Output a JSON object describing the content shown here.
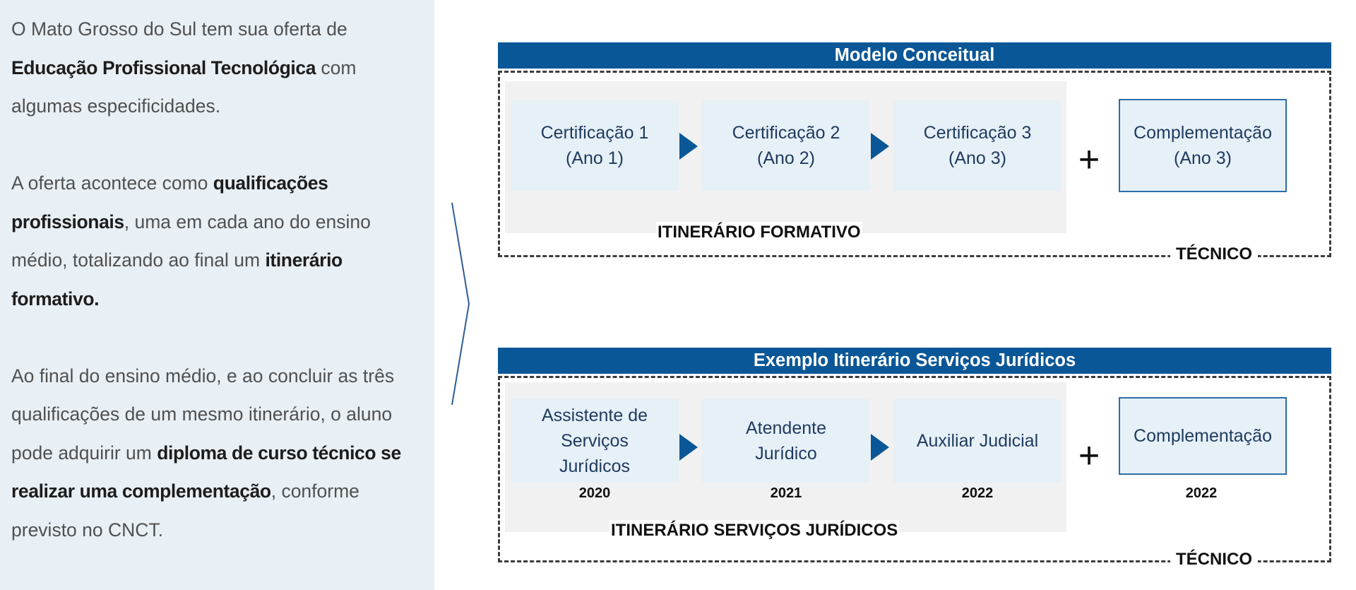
{
  "left_panel": {
    "p1": [
      "O Mato Grosso do Sul tem sua oferta de ",
      "Educação Profissional Tecnológica",
      " com algumas especificidades."
    ],
    "p2": [
      "A oferta acontece como ",
      "qualificações profissionais",
      ", uma em cada ano do ensino médio, totalizando ao final um ",
      "itinerário formativo."
    ],
    "p3": [
      "Ao final do ensino médio, e ao concluir as três qualificações de um mesmo itinerário, o aluno pode adquirir um ",
      "diploma de curso técnico se realizar uma complementação",
      ", conforme previsto no CNCT."
    ]
  },
  "colors": {
    "header_blue": "#0a5797",
    "box_fill": "#e6f0f7",
    "panel_fill": "#e8f0f6"
  },
  "model": {
    "title": "Modelo Conceitual",
    "boxes": [
      "Certificação 1\n(Ano 1)",
      "Certificação 2\n(Ano 2)",
      "Certificação 3\n(Ano 3)"
    ],
    "plus": "+",
    "complement": "Complementação\n(Ano 3)",
    "itinerary_label": "ITINERÁRIO FORMATIVO",
    "tecnico_label": "TÉCNICO"
  },
  "example": {
    "title": "Exemplo Itinerário Serviços Jurídicos",
    "boxes": [
      "Assistente de\nServiços\nJurídicos",
      "Atendente\nJurídico",
      "Auxiliar Judicial"
    ],
    "years": [
      "2020",
      "2021",
      "2022"
    ],
    "plus": "+",
    "complement": "Complementação",
    "complement_year": "2022",
    "itinerary_label": "ITINERÁRIO SERVIÇOS JURÍDICOS",
    "tecnico_label": "TÉCNICO"
  }
}
